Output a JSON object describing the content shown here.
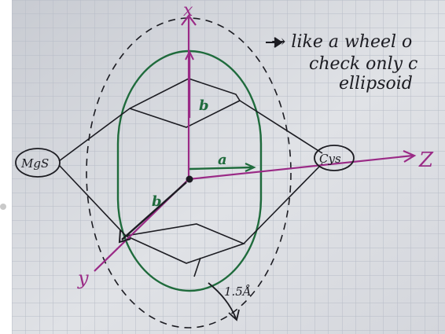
{
  "image": {
    "description_kind": "photo of hand-drawn sketch on grid paper",
    "colors": {
      "paper": "#d9dbe0",
      "grid": "#b7bcc7",
      "ink_black": "#1c1c22",
      "ink_purple": "#9a2a86",
      "ink_green": "#1f6b3c"
    }
  },
  "labels": {
    "axis_x": "x",
    "axis_z": "Z",
    "axis_y": "y",
    "label_a": "a",
    "label_b_upper": "b",
    "label_b_lower": "b",
    "label_mgs": "MgS",
    "label_cys": "Cys",
    "label_distance": "1.5Å"
  },
  "note": {
    "line1": "→ like a wheel o",
    "line2": "check only c",
    "line3": "ellipsoid"
  }
}
